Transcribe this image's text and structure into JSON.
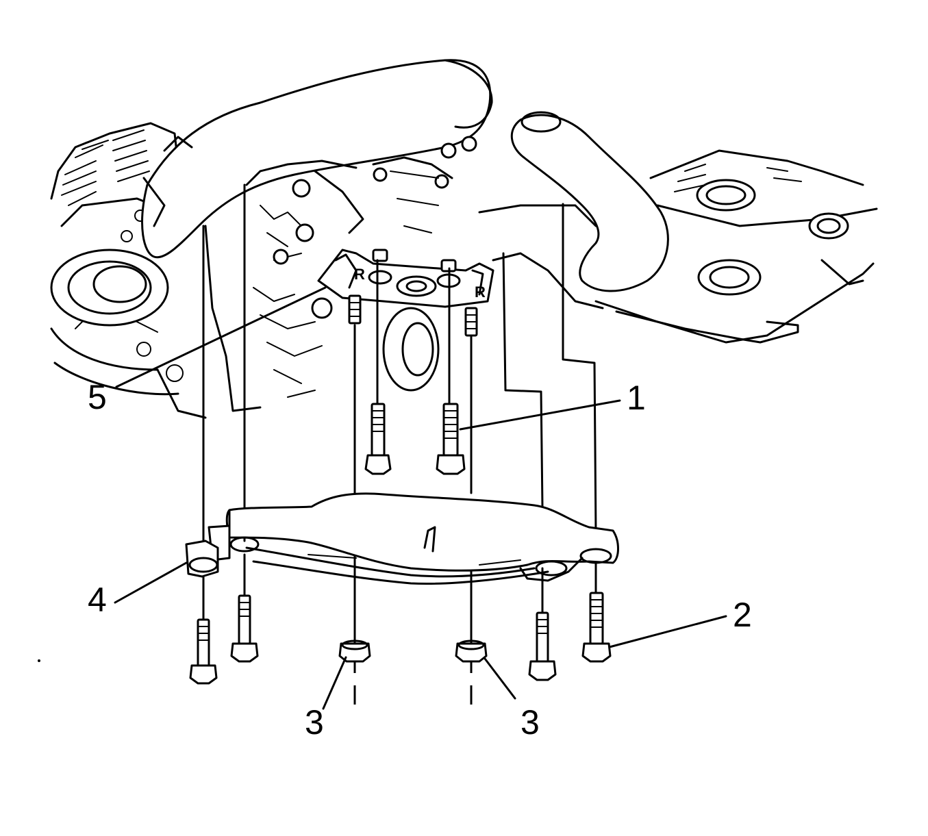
{
  "callouts": [
    {
      "id": "1",
      "label": "1"
    },
    {
      "id": "2",
      "label": "2"
    },
    {
      "id": "3a",
      "label": "3"
    },
    {
      "id": "3b",
      "label": "3"
    },
    {
      "id": "4",
      "label": "4"
    },
    {
      "id": "5",
      "label": "5"
    }
  ],
  "bracket_markings": [
    {
      "id": "r-left",
      "label": "R"
    },
    {
      "id": "r-right",
      "label": "R"
    }
  ],
  "colors": {
    "line": "#000000",
    "background": "#ffffff"
  }
}
